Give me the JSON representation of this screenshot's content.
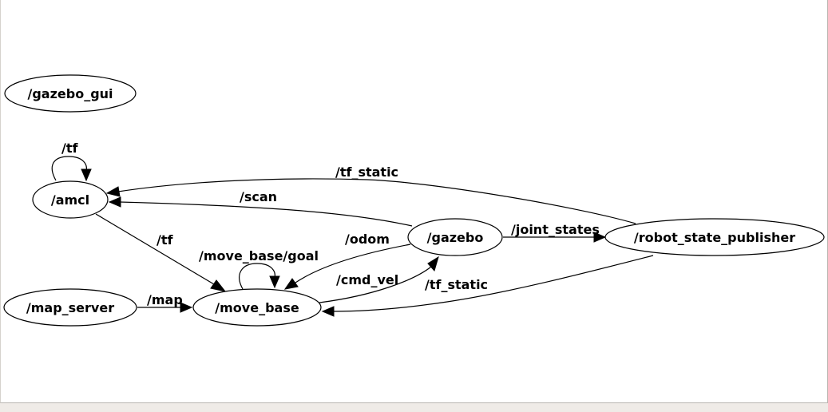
{
  "graph": {
    "nodes": {
      "gazebo_gui": "/gazebo_gui",
      "amcl": "/amcl",
      "map_server": "/map_server",
      "move_base": "/move_base",
      "gazebo": "/gazebo",
      "robot_state_publisher": "/robot_state_publisher"
    },
    "edges": {
      "amcl_self_tf": "/tf",
      "rsp_to_amcl_tf_static": "/tf_static",
      "gazebo_to_amcl_scan": "/scan",
      "amcl_to_move_base_tf": "/tf",
      "move_base_self_goal": "/move_base/goal",
      "gazebo_to_move_base_odom": "/odom",
      "map_server_to_move_base_map": "/map",
      "move_base_to_gazebo_cmd_vel": "/cmd_vel",
      "gazebo_to_rsp_joint_states": "/joint_states",
      "rsp_to_move_base_tf_static": "/tf_static"
    }
  }
}
